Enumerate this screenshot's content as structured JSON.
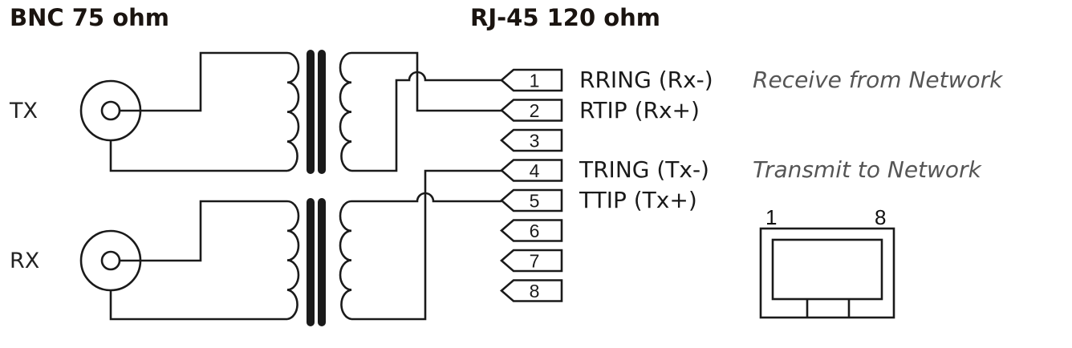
{
  "headings": {
    "bnc": "BNC 75 ohm",
    "rj45": "RJ-45 120 ohm"
  },
  "ports": {
    "tx": "TX",
    "rx": "RX"
  },
  "pins": [
    {
      "number": "1",
      "signal": "RRING (Rx-)",
      "description": "Receive from Network"
    },
    {
      "number": "2",
      "signal": "RTIP (Rx+)",
      "description": ""
    },
    {
      "number": "3",
      "signal": "",
      "description": ""
    },
    {
      "number": "4",
      "signal": "TRING (Tx-)",
      "description": "Transmit to Network"
    },
    {
      "number": "5",
      "signal": "TTIP (Tx+)",
      "description": ""
    },
    {
      "number": "6",
      "signal": "",
      "description": ""
    },
    {
      "number": "7",
      "signal": "",
      "description": ""
    },
    {
      "number": "8",
      "signal": "",
      "description": ""
    }
  ],
  "jack": {
    "left_label": "1",
    "right_label": "8"
  }
}
